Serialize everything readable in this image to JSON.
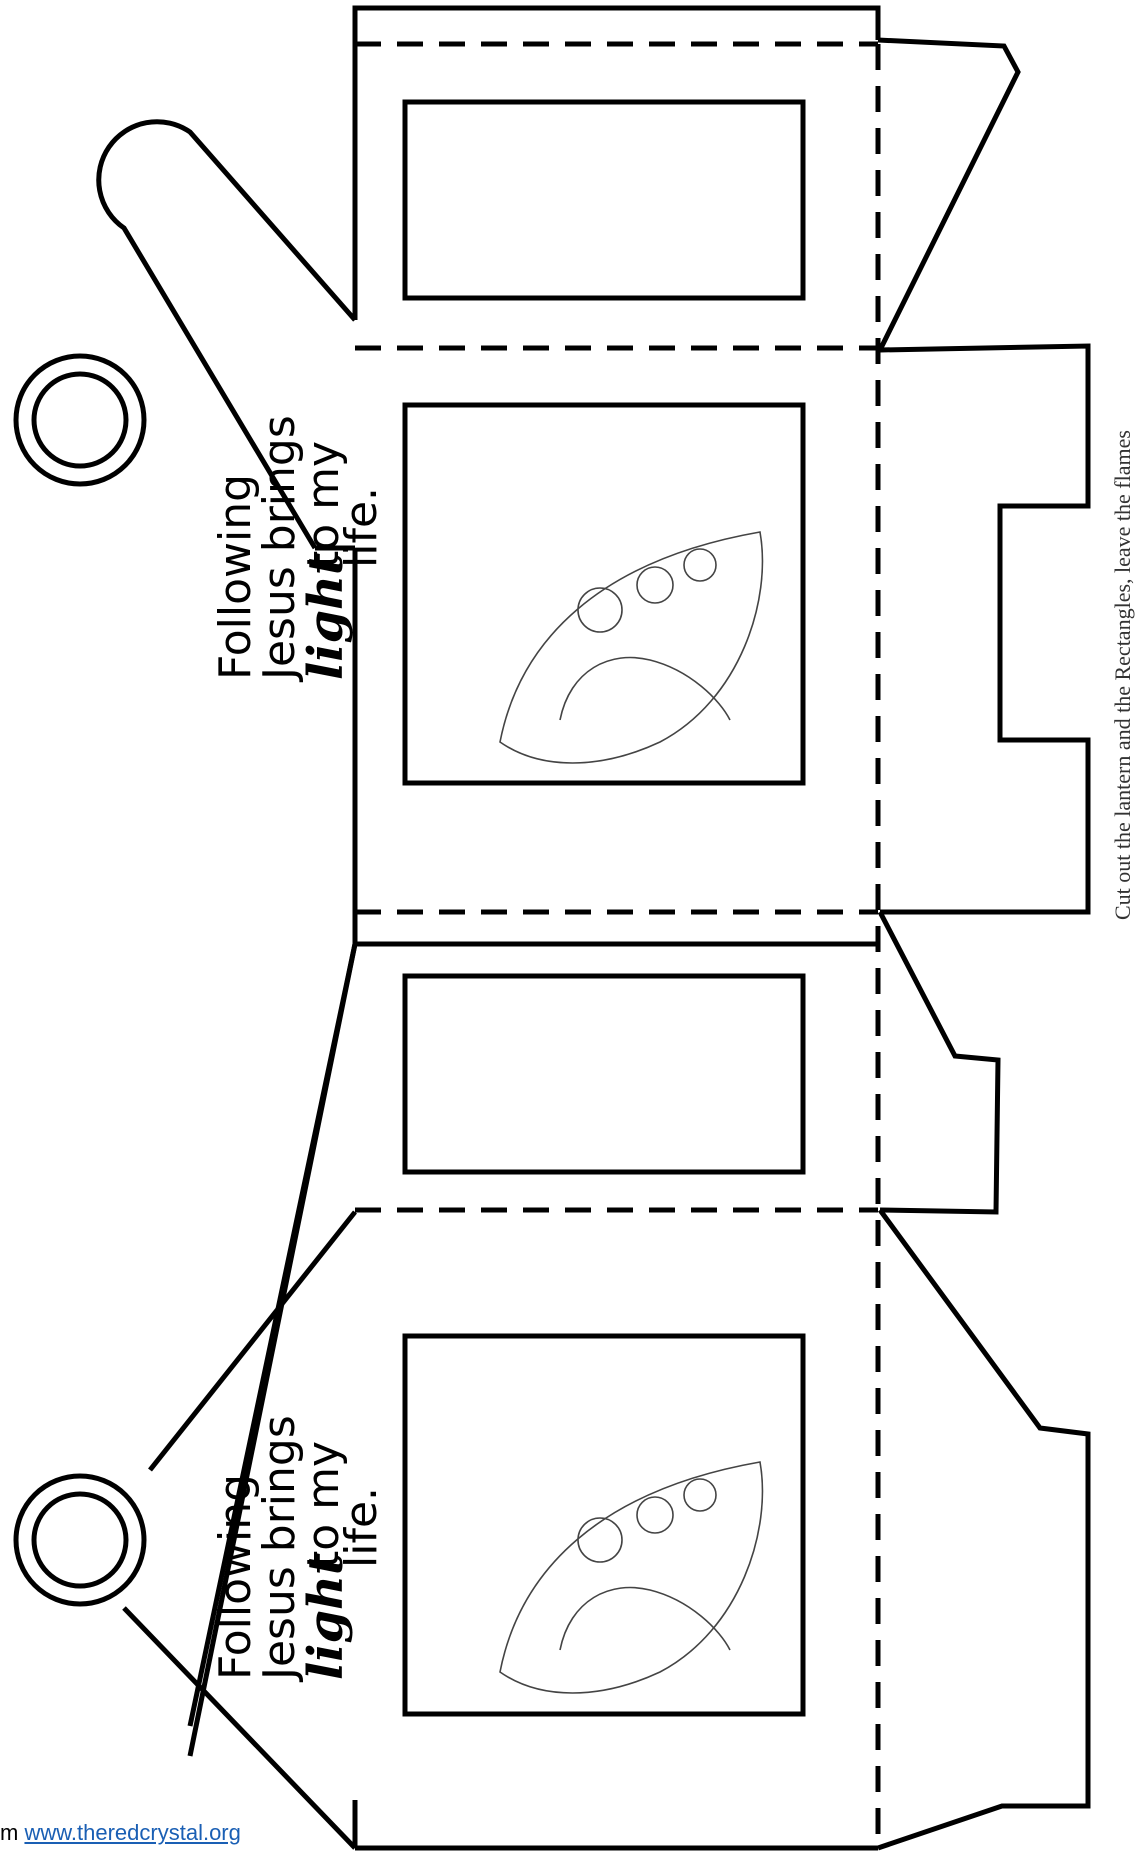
{
  "caption": {
    "line1": "Following",
    "line2": "Jesus brings",
    "word_emphasis": "light",
    "line3_rest": "to my",
    "line4": "life."
  },
  "instructions": "Cut out the lantern and the Rectangles, leave the flames",
  "credit": {
    "prefix": "m ",
    "link_text": "www.theredcrystal.org"
  },
  "icons": {
    "picture": "jesus-and-children-line-art",
    "frame": "flame-shaped-frame"
  }
}
